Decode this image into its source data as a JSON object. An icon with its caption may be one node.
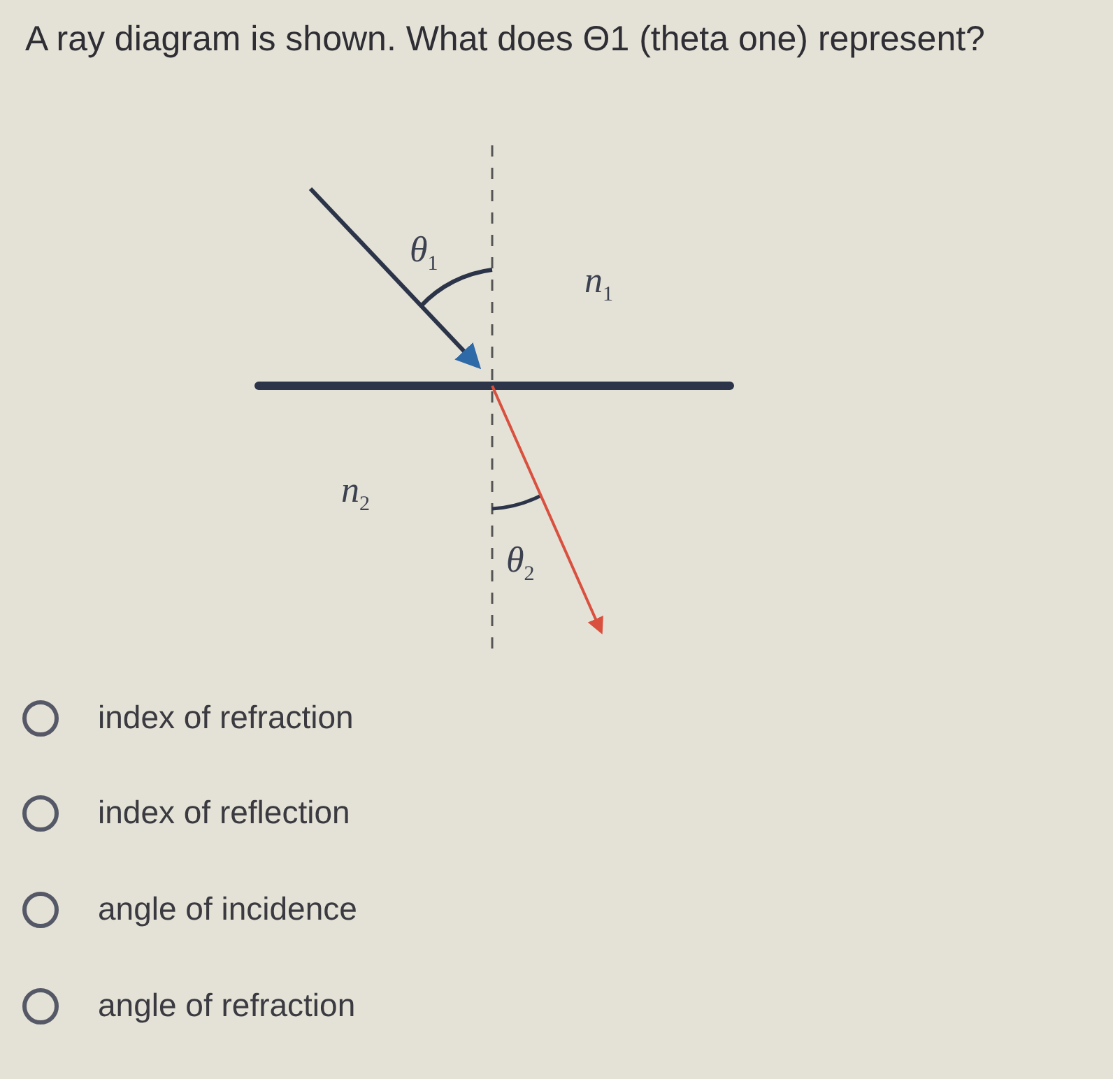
{
  "diagram": {
    "title": "A ray diagram is shown. What does Θ1 (theta one) represent?",
    "labels": [
      "θ$_{1}$",
      "n$_{1}$",
      "n$_{2}$",
      "θ$_{2}$",
      "index of refraction",
      "index of reflection",
      "angle of incidence",
      "angle of refraction"
    ]
  }
}
